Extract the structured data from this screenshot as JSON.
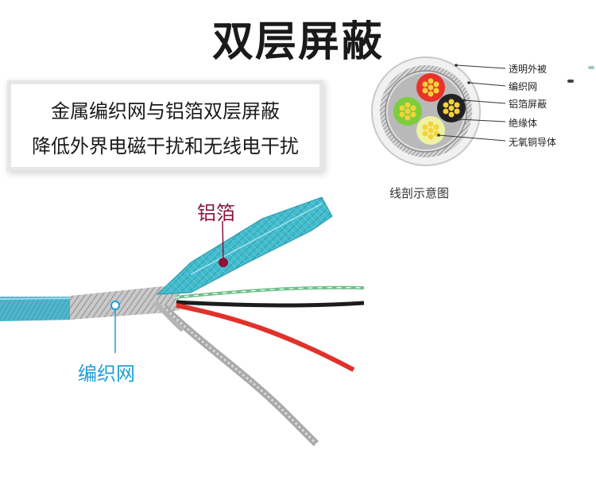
{
  "title": "双层屏蔽",
  "feature": {
    "line1": "金属编织网与铝箔双层屏蔽",
    "line2": "降低外界电磁干扰和无线电干扰"
  },
  "cross_section": {
    "caption": "线剖示意图",
    "labels": [
      "透明外被",
      "编织网",
      "铝箔屏蔽",
      "绝缘体",
      "无氧铜导体"
    ]
  },
  "callouts": {
    "foil": "铝箔",
    "braid": "编织网"
  },
  "colors": {
    "jacket": "#4fb6cc",
    "foil": "#3fb7c8",
    "foil_callout": "#8a1538",
    "braid_callout": "#1e9fd6",
    "wire_red": "#e0322a",
    "wire_black": "#1c1c1c",
    "wire_green": "#6cc08a",
    "core_red": "#e8332a",
    "core_black": "#222222",
    "core_green": "#7ccd3b",
    "core_yellow": "#eef3a2"
  }
}
